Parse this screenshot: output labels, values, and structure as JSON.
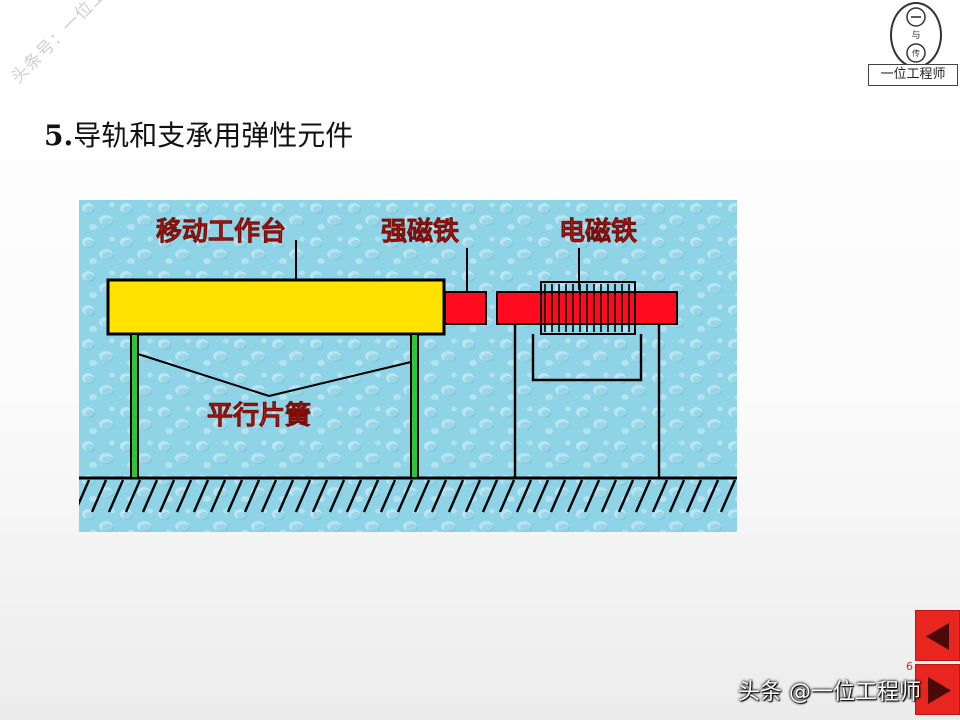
{
  "watermark": "头条号：一位工程师",
  "logo": {
    "circle_chars": [
      "一",
      "与",
      "传"
    ],
    "box_label": "一位工程师"
  },
  "title": {
    "number": "5.",
    "text": "导轨和支承用弹性元件"
  },
  "diagram": {
    "labels": {
      "table": "移动工作台",
      "strong_magnet": "强磁铁",
      "electromagnet": "电磁铁",
      "springs": "平行片簧"
    },
    "colors": {
      "background": "#8fd3e6",
      "table": "#ffe200",
      "magnet": "#ff0a1f",
      "spring": "#2fc53a",
      "label": "#e8231c"
    }
  },
  "navigation": {
    "prev_icon": "triangle-left-icon",
    "next_icon": "triangle-right-icon",
    "page_number": "6"
  },
  "footer": {
    "credit": "头条 @一位工程师"
  }
}
